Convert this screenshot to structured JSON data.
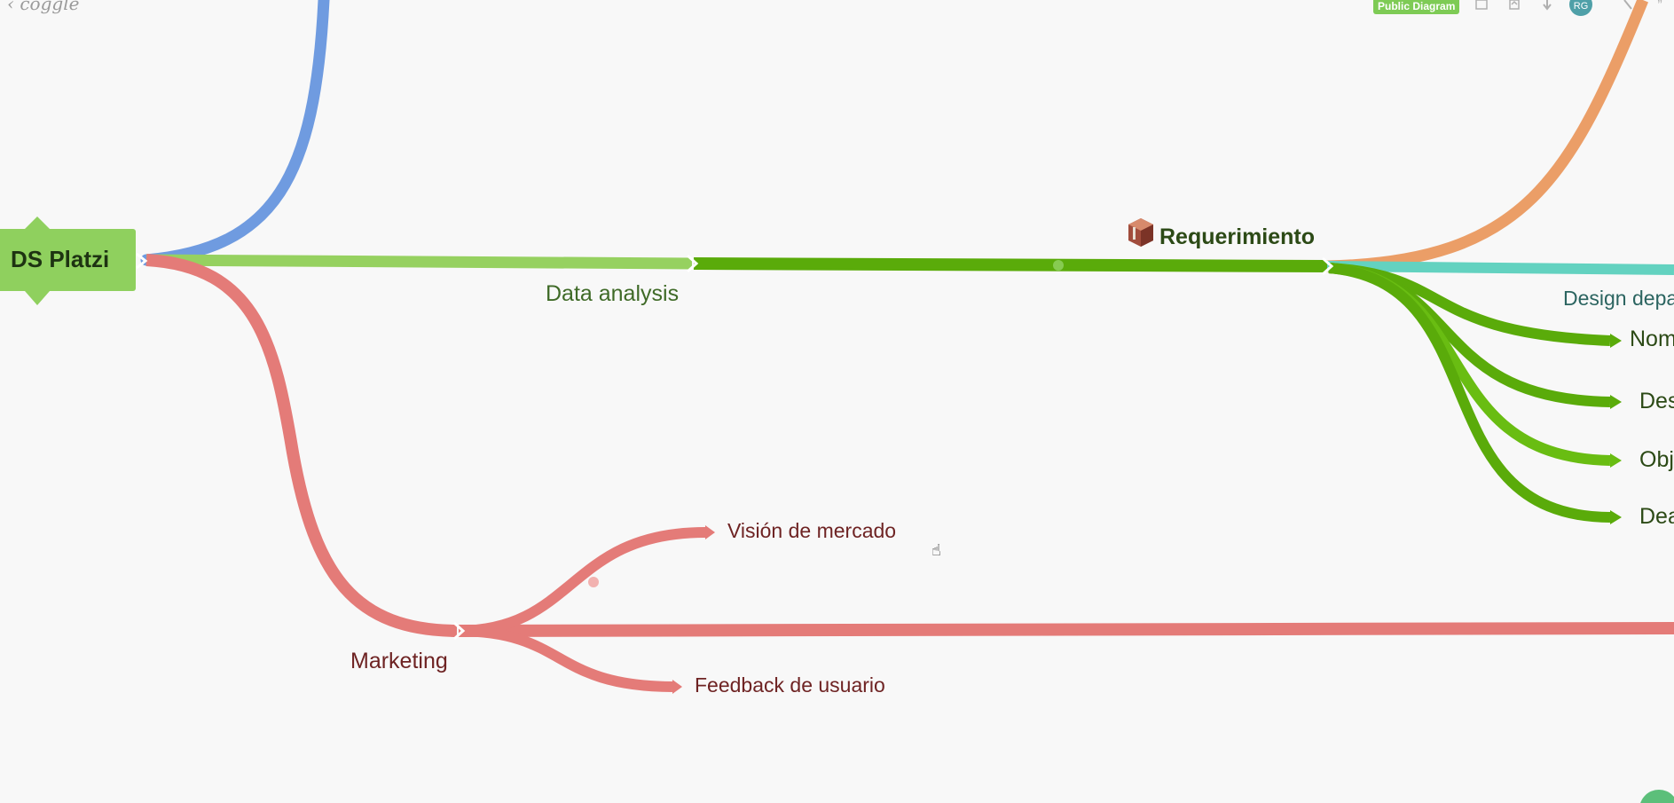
{
  "app": {
    "logo_text": "coggle",
    "badge_text": "Public Diagram",
    "avatar_initials": "RG"
  },
  "toolbar": {
    "icons": [
      "square-icon",
      "upload-icon",
      "download-icon",
      "avatar",
      "undo-icon",
      "quote-icon"
    ]
  },
  "diagram": {
    "root": {
      "label": "DS Platzi",
      "color": "#8fd05e"
    },
    "nodes": {
      "data_analysis": "Data analysis",
      "requerimiento": "Requerimiento",
      "design": "Design depa",
      "nom": "Nom",
      "des": "Des",
      "obj": "Obj",
      "dea": "Dea",
      "marketing": "Marketing",
      "vision": "Visión de mercado",
      "feedback": "Feedback de usuario"
    },
    "colors": {
      "blue": "#6f9be0",
      "light_green": "#96d160",
      "green": "#5aab0a",
      "orange": "#eb9e67",
      "teal": "#63d2c0",
      "red": "#e47b78",
      "label_green": "#3f6a27",
      "label_dark_green": "#2c4a16",
      "label_red": "#6e2323",
      "label_teal": "#2b6460"
    }
  }
}
